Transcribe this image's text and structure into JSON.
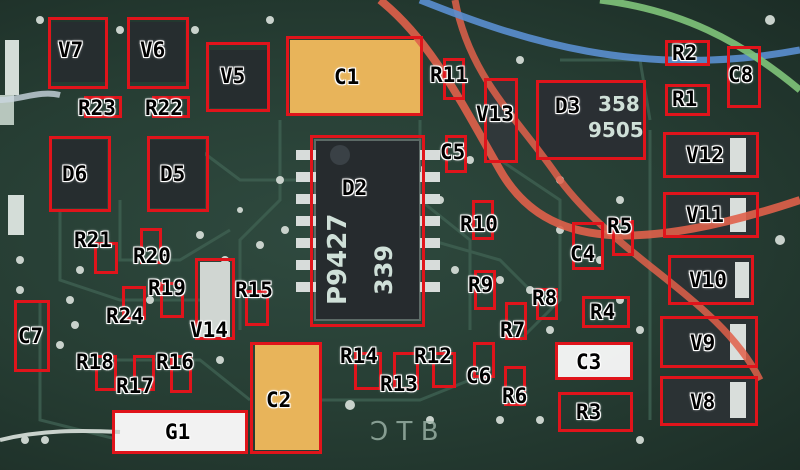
{
  "components": {
    "V7": "V7",
    "V6": "V6",
    "V5": "V5",
    "C1": "C1",
    "R11": "R11",
    "R2": "R2",
    "C8": "C8",
    "R1": "R1",
    "R23": "R23",
    "R22": "R22",
    "V13": "V13",
    "D3": "D3",
    "C5": "C5",
    "V12": "V12",
    "D6": "D6",
    "D5": "D5",
    "D2": "D2",
    "R10": "R10",
    "R5": "R5",
    "V11": "V11",
    "C4": "C4",
    "R21": "R21",
    "R20": "R20",
    "R9": "R9",
    "R8": "R8",
    "V10": "V10",
    "R19": "R19",
    "R15": "R15",
    "R24": "R24",
    "V14": "V14",
    "R4": "R4",
    "R7": "R7",
    "C7": "C7",
    "V9": "V9",
    "R14": "R14",
    "R12": "R12",
    "C3": "C3",
    "R18": "R18",
    "R16": "R16",
    "R17": "R17",
    "R13": "R13",
    "C6": "C6",
    "R6": "R6",
    "C2": "C2",
    "G1": "G1",
    "R3": "R3",
    "V8": "V8"
  },
  "chip_markings": {
    "d2_line1": "P9427",
    "d2_line2": "339",
    "d3_line1": "358",
    "d3_line2": "9505"
  },
  "colors": {
    "label_border": "#e0141b",
    "board": "#2f4a3f",
    "wire_red": "#e0604a",
    "wire_blue": "#5a8fd0",
    "wire_green": "#7fc47a"
  }
}
